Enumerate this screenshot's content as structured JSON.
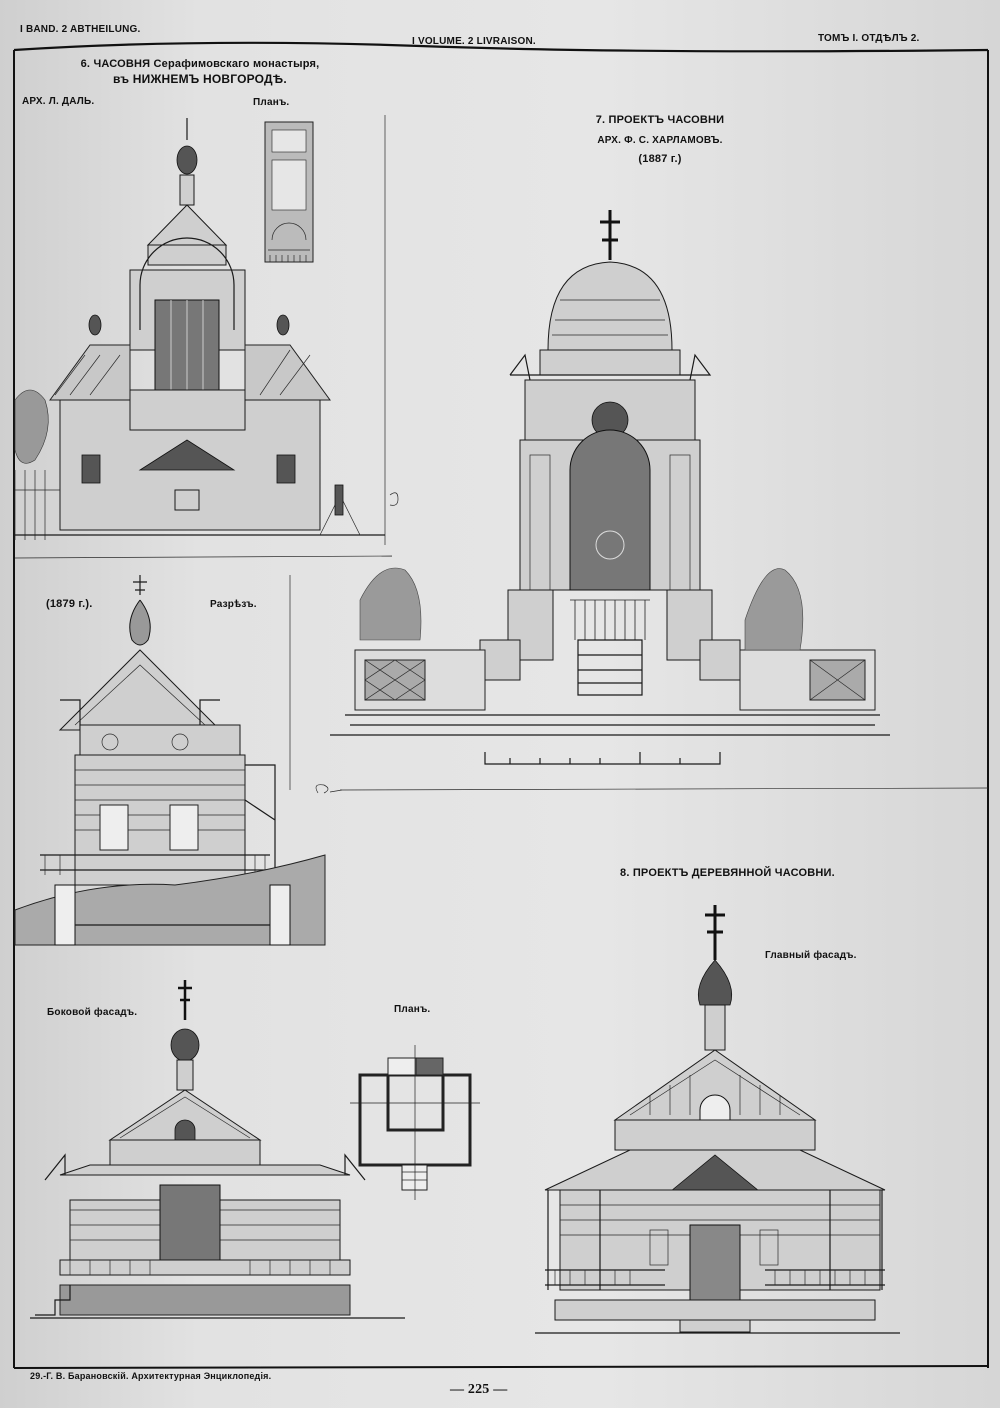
{
  "header": {
    "left": "I BAND. 2 ABTHEILUNG.",
    "center": "I VOLUME. 2 LIVRAISON.",
    "right": "ТОМЪ I. ОТДѢЛЪ 2."
  },
  "plate6": {
    "title_line1": "6. ЧАСОВНЯ Серафимовскаго монастыря,",
    "title_line2": "въ НИЖНЕМЪ НОВГОРОДѢ.",
    "architect": "АРХ. Л. ДАЛЬ.",
    "plan_label": "Планъ.",
    "year": "(1879 г.).",
    "section_label": "Разрѣзъ."
  },
  "plate7": {
    "title": "7. ПРОЕКТЪ ЧАСОВНИ",
    "architect": "АРХ. Ф. С. ХАРЛАМОВЪ.",
    "year": "(1887 г.)"
  },
  "plate8": {
    "title": "8. ПРОЕКТЪ ДЕРЕВЯННОЙ ЧАСОВНИ.",
    "main_facade_label": "Главный фасадъ.",
    "side_facade_label": "Боковой фасадъ.",
    "plan_label": "Планъ."
  },
  "footer": {
    "source": "29.-Г. В. Барановскій. Архитектурная Энциклопедія.",
    "page_number": "— 225 —"
  }
}
